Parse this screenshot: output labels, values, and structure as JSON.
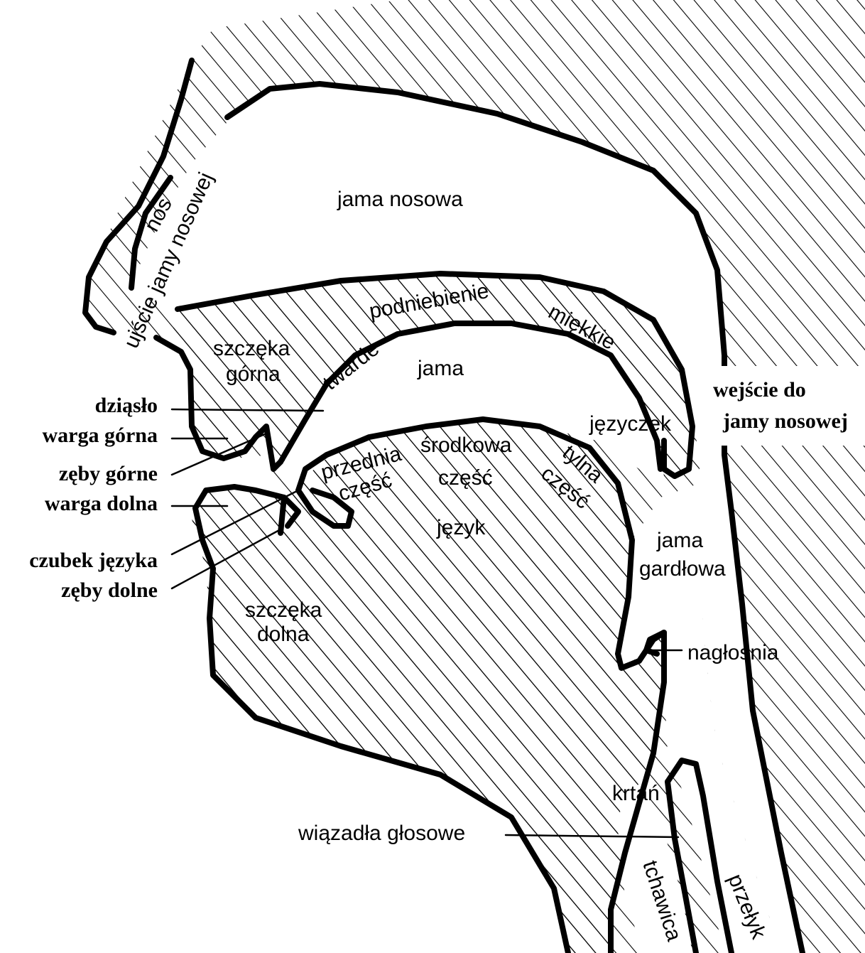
{
  "labels": {
    "nos": "nos",
    "ujscie_jamy_nosowej": "ujście jamy nosowej",
    "jama_nosowa": "jama nosowa",
    "podniebienie": "podniebienie",
    "twarde": "twarde",
    "miekkie": "miękkie",
    "szczeka_gorna_1": "szczęka",
    "szczeka_gorna_2": "górna",
    "jama": "jama",
    "jezyczek": "języczek",
    "wejscie_do": "wejście do",
    "jamy_nosowej": "jamy nosowej",
    "dziaslo": "dziąsło",
    "warga_gorna": "warga górna",
    "zeby_gorne": "zęby górne",
    "warga_dolna": "warga dolna",
    "czubek_jezyka": "czubek języka",
    "zeby_dolne": "zęby dolne",
    "przednia": "przednia",
    "czesc_1": "część",
    "srodkowa": "środkowa",
    "czesc_2": "część",
    "tylna": "tylna",
    "czesc_3": "część",
    "jezyk": "język",
    "jama_gardlowa_1": "jama",
    "jama_gardlowa_2": "gardłowa",
    "szczeka_dolna_1": "szczęka",
    "szczeka_dolna_2": "dolna",
    "naglosnia": "nagłośnia",
    "krtan": "krtań",
    "wiazadla_glosowe": "wiązadła głosowe",
    "tchawica": "tchawica",
    "przelyk": "przełyk"
  }
}
